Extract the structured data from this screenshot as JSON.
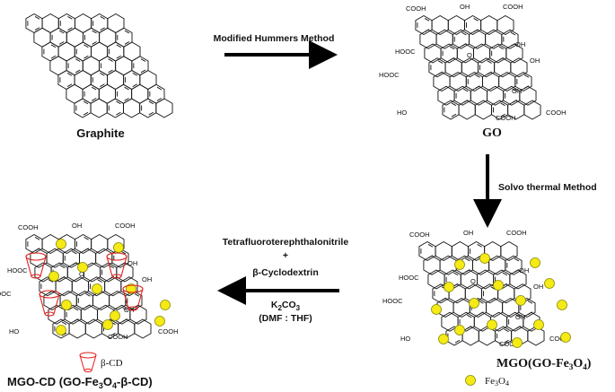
{
  "structures": {
    "graphite": {
      "caption": "Graphite"
    },
    "go": {
      "caption": "GO"
    },
    "mgo": {
      "caption": "MGO(GO-Fe3O4)",
      "legend": "Fe3O4"
    },
    "mgocd": {
      "caption": "MGO-CD (GO-Fe3O4-β-CD)",
      "legend": "β-CD"
    }
  },
  "arrows": {
    "step1": "Modified Hummers Method",
    "step2": "Solvo thermal Method",
    "step3_line1": "Tetrafluoroterephthalonitrile",
    "step3_line2": "+",
    "step3_line3": "β-Cyclodextrin",
    "step3_line4": "K2CO3",
    "step3_line5": "(DMF : THF)"
  },
  "groups": {
    "cooh": "COOH",
    "hooc": "HOOC",
    "oh": "OH",
    "ho": "HO",
    "o": "O"
  },
  "colors": {
    "fe3o4_fill": "#f5ea16",
    "fe3o4_stroke": "#8a8a00",
    "cd_red": "#e0201c"
  }
}
